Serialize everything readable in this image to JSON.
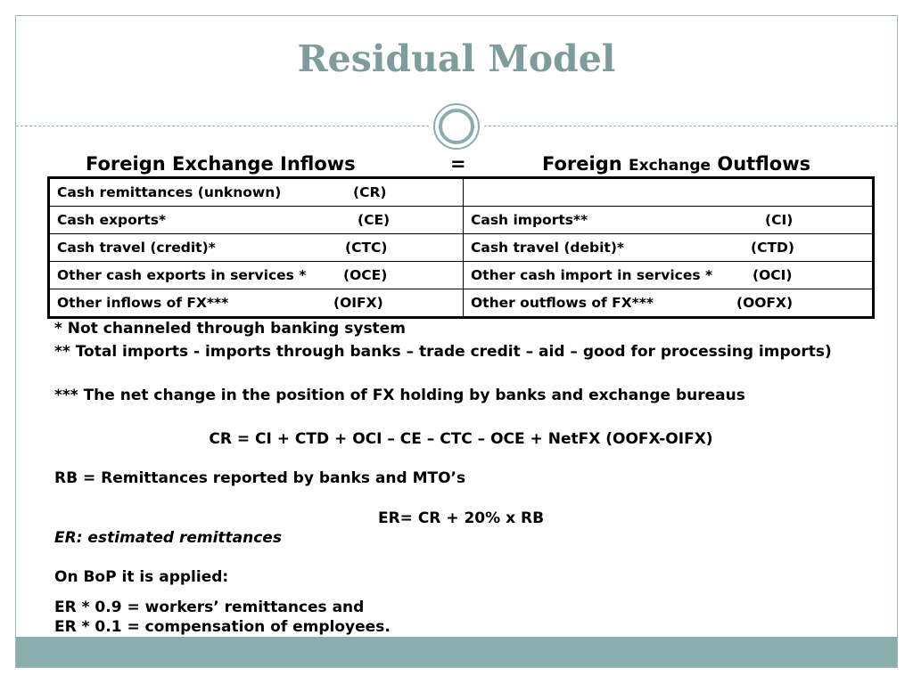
{
  "title": "Residual Model",
  "equation_header": {
    "left": "Foreign Exchange Inflows",
    "equals": "=",
    "right_a": "Foreign",
    "right_b": "Exchange",
    "right_c": "Outflows"
  },
  "table": {
    "rows": [
      {
        "left_label": "Cash remittances (unknown)",
        "left_code": "(CR)",
        "right_label": "",
        "right_code": ""
      },
      {
        "left_label": "Cash exports*",
        "left_code": "(CE)",
        "right_label": "Cash imports**",
        "right_code": "(CI)"
      },
      {
        "left_label": "Cash travel (credit)*",
        "left_code": "(CTC)",
        "right_label": "Cash travel (debit)*",
        "right_code": "(CTD)"
      },
      {
        "left_label": "Other cash exports in services *",
        "left_code": "(OCE)",
        "right_label": "Other cash import in services  *",
        "right_code": "(OCI)"
      },
      {
        "left_label": "Other inflows of FX***",
        "left_code": "(OIFX)",
        "right_label": "Other outflows of FX***",
        "right_code": "(OOFX)"
      }
    ]
  },
  "notes": {
    "note1": "* Not channeled through banking system",
    "note2": "** Total imports - imports through banks – trade credit – aid – good for processing imports)",
    "note3": "*** The net change in the position of FX holding by banks and exchange bureaus"
  },
  "formula_cr": "CR =  CI + CTD + OCI – CE – CTC – OCE + NetFX (OOFX-OIFX)",
  "rb_definition": "RB = Remittances reported by banks and MTO’s",
  "formula_er": "ER= CR + 20% x RB",
  "er_definition": "ER: estimated remittances",
  "bop_heading": "On BoP it is applied:",
  "bop_line1": "ER * 0.9 = workers’ remittances and",
  "bop_line2": "ER * 0.1 = compensation of employees."
}
